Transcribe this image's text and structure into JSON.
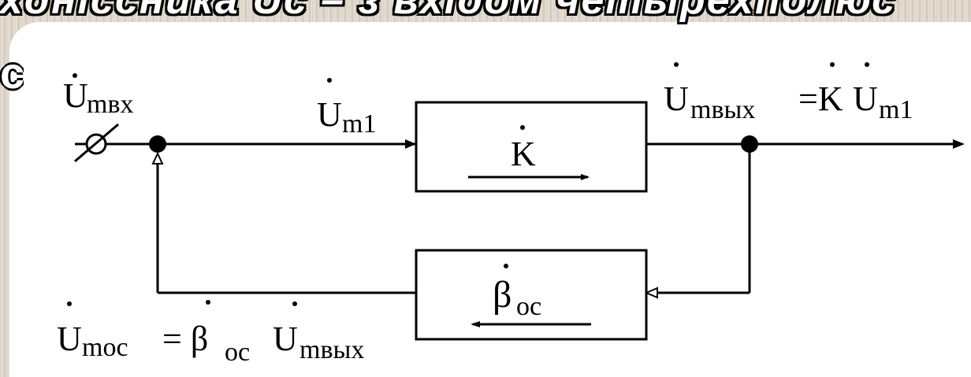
{
  "heading": {
    "text": "хдніссника Uc – з вхідом четырехполюс",
    "second_line_char": "с"
  },
  "input_label": "U",
  "input_label_sub": "mвх",
  "branch_label": "U",
  "branch_label_sub": "m1",
  "gain_label": "K",
  "output_label": "U",
  "output_label_sub": "mвых",
  "output_label_eq": "=K",
  "output_label_u": "U",
  "output_label_u_sub": "m1",
  "feedback_block_label": "β",
  "feedback_block_label_sub": "oc",
  "feedback_label": "U",
  "feedback_label_sub": "moc",
  "feedback_label_eq": "= β",
  "feedback_label_beta_sub": "oc",
  "feedback_label_u": "U",
  "feedback_label_u_sub": "mвых",
  "colors": {
    "line": "#000000",
    "background": "#ffffff"
  }
}
